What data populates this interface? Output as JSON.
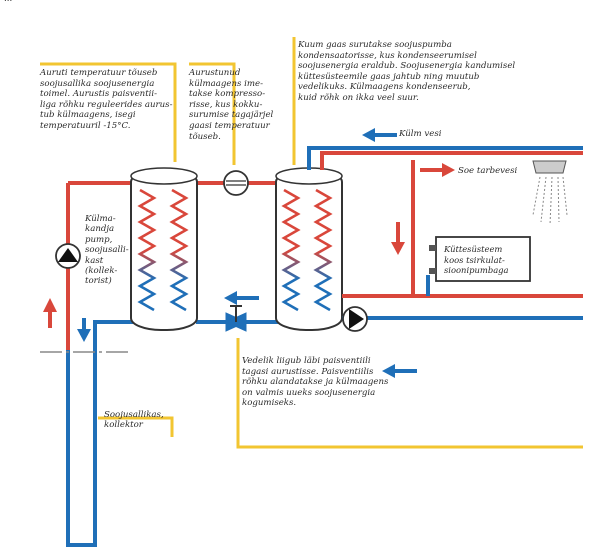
{
  "header_fragment": "...",
  "notes": {
    "evaporator": "Auruti temperatuur tõuseb\nsoojusallika soojusenergia\ntoimel. Aurustis paisventii-\nliga rõhku reguleerides aurus-\ntub külmaagens, isegi\ntemperatuuril -15°C.",
    "compressor": "Aurustunud\nkülmaagens ime-\ntakse kompresso-\nrisse, kus kokku-\nsurumise tagajärjel\ngaasi temperatuur\ntõuseb.",
    "condenser": "Kuum gaas surutakse soojuspumba\nkondensaatorisse, kus kondenseerumisel\nsoojusenergia eraldub. Soojusenergia kandumisel\nküttesüsteemile gaas jahtub ning muutub\nvedelikuks. Külmaagens kondenseerub,\nkuid rõhk on ikka veel suur.",
    "expansion": "Vedelik liigub läbi paisventiili\ntagasi aurustisse. Paisventiilis\nrõhku alandatakse ja külmaagens\non valmis uueks soojusenergia\nkogumiseks."
  },
  "labels": {
    "cold_water": "Külm vesi",
    "hot_water": "Soe tarbevesi",
    "heating_system": "Küttesüsteem\nkoos tsirkulat-\nsioonipumbaga",
    "pump": "Külma-\nkandja\npump,\nsoojusalli-\nkast\n(kollek-\ntorist)",
    "source": "Soojusallikas,\nkollektor"
  },
  "colors": {
    "hot": "#d9473b",
    "cold": "#1f6fb8",
    "callout": "#f2c531",
    "outline": "#333333"
  }
}
